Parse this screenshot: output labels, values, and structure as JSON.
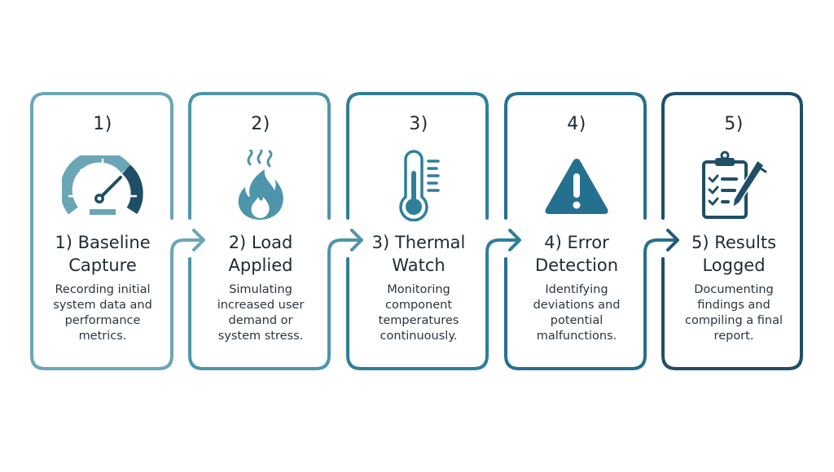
{
  "diagram": {
    "type": "process-flow",
    "direction": "left-to-right",
    "colors": {
      "step1": "#6aa6b6",
      "step2": "#4e95ac",
      "step3": "#2f7f99",
      "step4": "#26708f",
      "step5": "#1f4f66",
      "text": "#1f2a33",
      "background": "#ffffff"
    },
    "steps": [
      {
        "number": "1)",
        "icon": "speedometer-gauge-icon",
        "title_line1": "1) Baseline",
        "title_line2": "Capture",
        "desc": [
          "Recording initial",
          "system data and",
          "performance",
          "metrics."
        ]
      },
      {
        "number": "2)",
        "icon": "flame-heat-icon",
        "title_line1": "2) Load",
        "title_line2": "Applied",
        "desc": [
          "Simulating",
          "increased user",
          "demand or",
          "system stress."
        ]
      },
      {
        "number": "3)",
        "icon": "thermometer-icon",
        "title_line1": "3) Thermal",
        "title_line2": "Watch",
        "desc": [
          "Monitoring",
          "component",
          "temperatures",
          "continuously."
        ]
      },
      {
        "number": "4)",
        "icon": "warning-triangle-icon",
        "title_line1": "4) Error",
        "title_line2": "Detection",
        "desc": [
          "Identifying",
          "deviations and",
          "potential",
          "malfunctions."
        ]
      },
      {
        "number": "5)",
        "icon": "clipboard-checklist-pen-icon",
        "title_line1": "5) Results",
        "title_line2": "Logged",
        "desc": [
          "Documenting",
          "findings and",
          "compiling a final",
          "report."
        ]
      }
    ],
    "connectors": [
      {
        "from": 1,
        "to": 2,
        "icon": "arrow-right-icon"
      },
      {
        "from": 2,
        "to": 3,
        "icon": "arrow-right-icon"
      },
      {
        "from": 3,
        "to": 4,
        "icon": "arrow-right-icon"
      },
      {
        "from": 4,
        "to": 5,
        "icon": "arrow-right-icon"
      }
    ]
  }
}
